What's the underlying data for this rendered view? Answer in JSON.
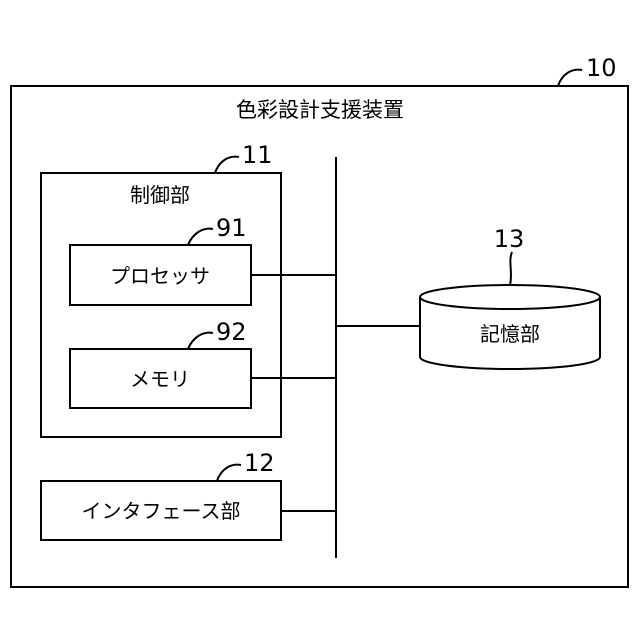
{
  "device": {
    "ref": "10",
    "title": "色彩設計支援装置"
  },
  "control_unit": {
    "ref": "11",
    "title": "制御部",
    "processor": {
      "ref": "91",
      "label": "プロセッサ"
    },
    "memory": {
      "ref": "92",
      "label": "メモリ"
    }
  },
  "interface_unit": {
    "ref": "12",
    "label": "インタフェース部"
  },
  "storage_unit": {
    "ref": "13",
    "label": "記憶部"
  }
}
